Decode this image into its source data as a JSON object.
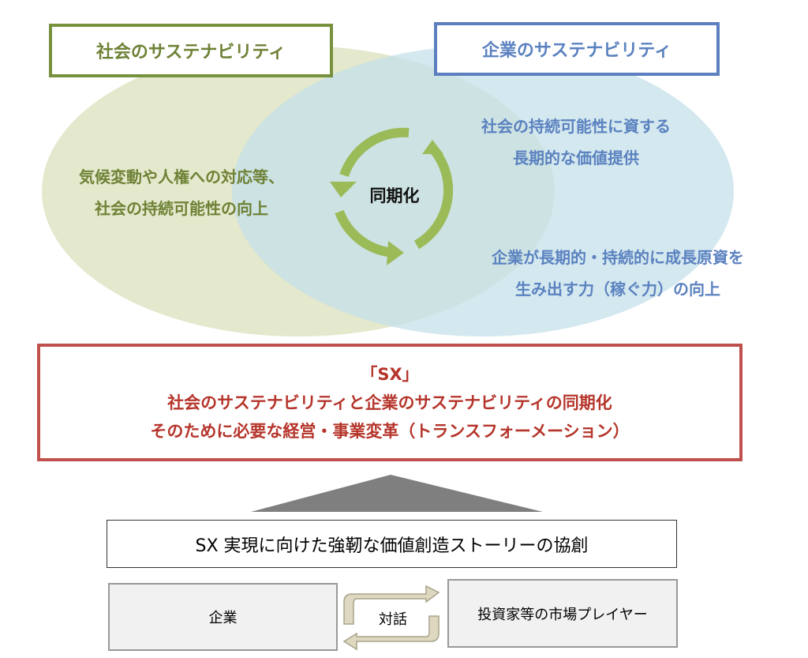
{
  "society_title": "社会のサステナビリティ",
  "corporate_title": "企業のサステナビリティ",
  "society_text": [
    "気候変動や人権への対応等、",
    "社会の持続可能性の向上"
  ],
  "corporate_text_1": [
    "社会の持続可能性に資する",
    "長期的な価値提供"
  ],
  "corporate_text_2": [
    "企業が長期的・持続的に成長原資を",
    "生み出す力（稼ぐ力）の向上"
  ],
  "center_label": "同期化",
  "sx_box": [
    "「SX」",
    "社会のサステナビリティと企業のサステナビリティの同期化",
    "そのために必要な経営・事業変革（トランスフォーメーション）"
  ],
  "story_box": "SX 実現に向けた強靭な価値創造ストーリーの協創",
  "company_box": "企業",
  "dialogue_label": "対話",
  "investor_box": "投資家等の市場プレイヤー",
  "colors": {
    "green": "#6e8236",
    "blue": "#5b82c0",
    "red": "#c0504d",
    "arrow": "#9bbb59"
  }
}
